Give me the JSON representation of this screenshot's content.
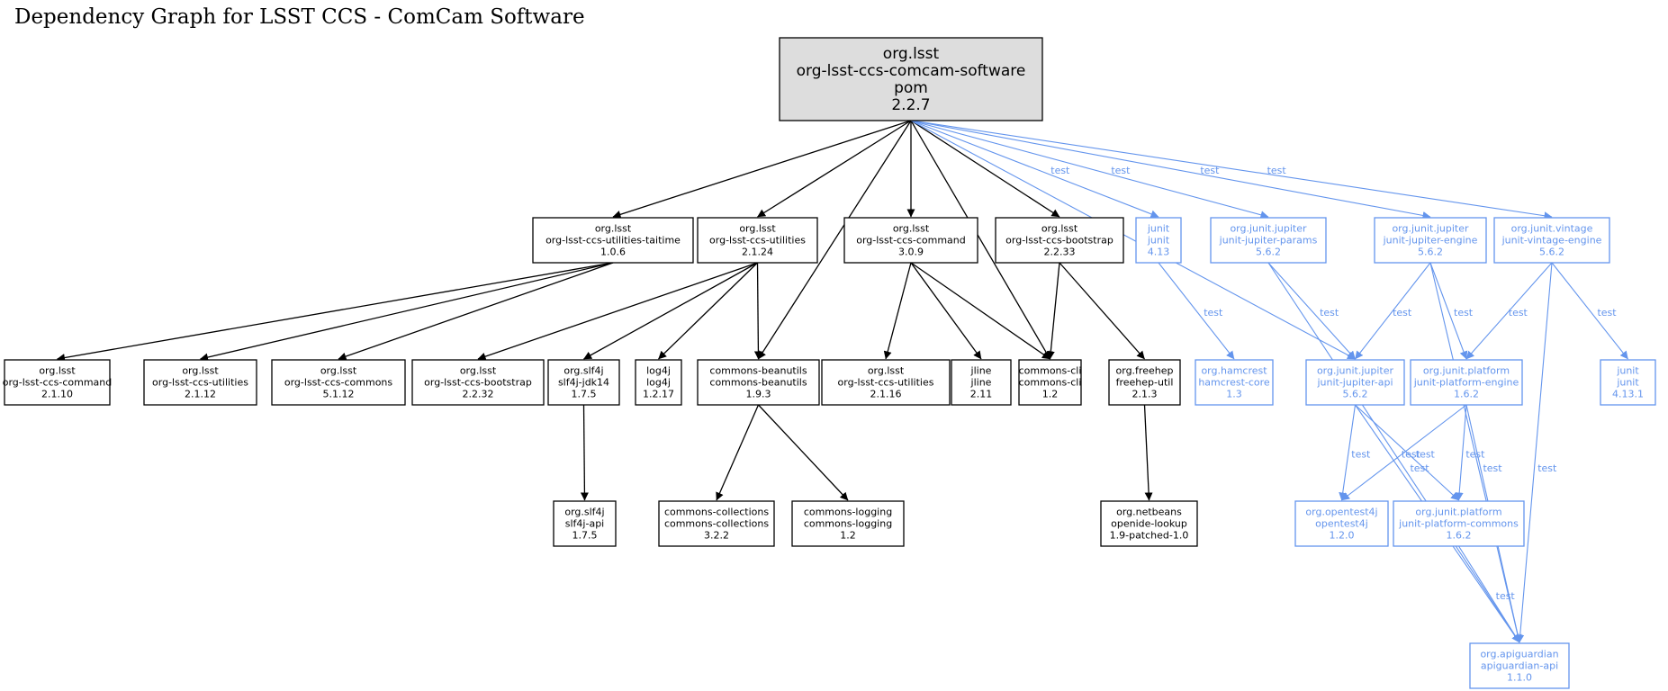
{
  "title": "Dependency Graph for LSST CCS - ComCam Software",
  "colors": {
    "compile": "#000000",
    "test": "#6495ED",
    "root_fill": "#DDDDDD"
  },
  "nodes": [
    {
      "id": "root",
      "lines": [
        "org.lsst",
        "org-lsst-ccs-comcam-software",
        "pom",
        "2.2.7"
      ],
      "scope": "root"
    },
    {
      "id": "util-taitime",
      "lines": [
        "org.lsst",
        "org-lsst-ccs-utilities-taitime",
        "1.0.6"
      ],
      "scope": "compile"
    },
    {
      "id": "utilities-2124",
      "lines": [
        "org.lsst",
        "org-lsst-ccs-utilities",
        "2.1.24"
      ],
      "scope": "compile"
    },
    {
      "id": "command-309",
      "lines": [
        "org.lsst",
        "org-lsst-ccs-command",
        "3.0.9"
      ],
      "scope": "compile"
    },
    {
      "id": "bootstrap-2233",
      "lines": [
        "org.lsst",
        "org-lsst-ccs-bootstrap",
        "2.2.33"
      ],
      "scope": "compile"
    },
    {
      "id": "junit-413",
      "lines": [
        "junit",
        "junit",
        "4.13"
      ],
      "scope": "test"
    },
    {
      "id": "jupiter-params",
      "lines": [
        "org.junit.jupiter",
        "junit-jupiter-params",
        "5.6.2"
      ],
      "scope": "test"
    },
    {
      "id": "jupiter-engine",
      "lines": [
        "org.junit.jupiter",
        "junit-jupiter-engine",
        "5.6.2"
      ],
      "scope": "test"
    },
    {
      "id": "vintage-engine",
      "lines": [
        "org.junit.vintage",
        "junit-vintage-engine",
        "5.6.2"
      ],
      "scope": "test"
    },
    {
      "id": "command-2110",
      "lines": [
        "org.lsst",
        "org-lsst-ccs-command",
        "2.1.10"
      ],
      "scope": "compile"
    },
    {
      "id": "utilities-2112",
      "lines": [
        "org.lsst",
        "org-lsst-ccs-utilities",
        "2.1.12"
      ],
      "scope": "compile"
    },
    {
      "id": "commons-5112",
      "lines": [
        "org.lsst",
        "org-lsst-ccs-commons",
        "5.1.12"
      ],
      "scope": "compile"
    },
    {
      "id": "bootstrap-2232",
      "lines": [
        "org.lsst",
        "org-lsst-ccs-bootstrap",
        "2.2.32"
      ],
      "scope": "compile"
    },
    {
      "id": "slf4j-jdk14",
      "lines": [
        "org.slf4j",
        "slf4j-jdk14",
        "1.7.5"
      ],
      "scope": "compile"
    },
    {
      "id": "log4j",
      "lines": [
        "log4j",
        "log4j",
        "1.2.17"
      ],
      "scope": "compile"
    },
    {
      "id": "beanutils",
      "lines": [
        "commons-beanutils",
        "commons-beanutils",
        "1.9.3"
      ],
      "scope": "compile"
    },
    {
      "id": "utilities-2116",
      "lines": [
        "org.lsst",
        "org-lsst-ccs-utilities",
        "2.1.16"
      ],
      "scope": "compile"
    },
    {
      "id": "jline",
      "lines": [
        "jline",
        "jline",
        "2.11"
      ],
      "scope": "compile"
    },
    {
      "id": "commons-cli",
      "lines": [
        "commons-cli",
        "commons-cli",
        "1.2"
      ],
      "scope": "compile"
    },
    {
      "id": "freehep-util",
      "lines": [
        "org.freehep",
        "freehep-util",
        "2.1.3"
      ],
      "scope": "compile"
    },
    {
      "id": "hamcrest",
      "lines": [
        "org.hamcrest",
        "hamcrest-core",
        "1.3"
      ],
      "scope": "test"
    },
    {
      "id": "jupiter-api",
      "lines": [
        "org.junit.jupiter",
        "junit-jupiter-api",
        "5.6.2"
      ],
      "scope": "test"
    },
    {
      "id": "platform-engine",
      "lines": [
        "org.junit.platform",
        "junit-platform-engine",
        "1.6.2"
      ],
      "scope": "test"
    },
    {
      "id": "junit-4131",
      "lines": [
        "junit",
        "junit",
        "4.13.1"
      ],
      "scope": "test"
    },
    {
      "id": "slf4j-api",
      "lines": [
        "org.slf4j",
        "slf4j-api",
        "1.7.5"
      ],
      "scope": "compile"
    },
    {
      "id": "collections",
      "lines": [
        "commons-collections",
        "commons-collections",
        "3.2.2"
      ],
      "scope": "compile"
    },
    {
      "id": "logging",
      "lines": [
        "commons-logging",
        "commons-logging",
        "1.2"
      ],
      "scope": "compile"
    },
    {
      "id": "openide",
      "lines": [
        "org.netbeans",
        "openide-lookup",
        "1.9-patched-1.0"
      ],
      "scope": "compile"
    },
    {
      "id": "opentest4j",
      "lines": [
        "org.opentest4j",
        "opentest4j",
        "1.2.0"
      ],
      "scope": "test"
    },
    {
      "id": "platform-commons",
      "lines": [
        "org.junit.platform",
        "junit-platform-commons",
        "1.6.2"
      ],
      "scope": "test"
    },
    {
      "id": "apiguardian",
      "lines": [
        "org.apiguardian",
        "apiguardian-api",
        "1.1.0"
      ],
      "scope": "test"
    }
  ],
  "edges": [
    {
      "from": "root",
      "to": "util-taitime",
      "scope": "compile"
    },
    {
      "from": "root",
      "to": "utilities-2124",
      "scope": "compile"
    },
    {
      "from": "root",
      "to": "beanutils",
      "scope": "compile"
    },
    {
      "from": "root",
      "to": "command-309",
      "scope": "compile"
    },
    {
      "from": "root",
      "to": "commons-cli",
      "scope": "compile"
    },
    {
      "from": "root",
      "to": "bootstrap-2233",
      "scope": "compile"
    },
    {
      "from": "root",
      "to": "junit-413",
      "scope": "test",
      "label": "test"
    },
    {
      "from": "root",
      "to": "jupiter-params",
      "scope": "test",
      "label": "test"
    },
    {
      "from": "root",
      "to": "jupiter-api",
      "scope": "test",
      "label": "test"
    },
    {
      "from": "root",
      "to": "jupiter-engine",
      "scope": "test",
      "label": "test"
    },
    {
      "from": "root",
      "to": "vintage-engine",
      "scope": "test",
      "label": "test"
    },
    {
      "from": "util-taitime",
      "to": "command-2110",
      "scope": "compile"
    },
    {
      "from": "util-taitime",
      "to": "utilities-2112",
      "scope": "compile"
    },
    {
      "from": "util-taitime",
      "to": "commons-5112",
      "scope": "compile"
    },
    {
      "from": "utilities-2124",
      "to": "bootstrap-2232",
      "scope": "compile"
    },
    {
      "from": "utilities-2124",
      "to": "slf4j-jdk14",
      "scope": "compile"
    },
    {
      "from": "utilities-2124",
      "to": "log4j",
      "scope": "compile"
    },
    {
      "from": "utilities-2124",
      "to": "beanutils",
      "scope": "compile"
    },
    {
      "from": "command-309",
      "to": "utilities-2116",
      "scope": "compile"
    },
    {
      "from": "command-309",
      "to": "jline",
      "scope": "compile"
    },
    {
      "from": "command-309",
      "to": "commons-cli",
      "scope": "compile"
    },
    {
      "from": "bootstrap-2233",
      "to": "commons-cli",
      "scope": "compile"
    },
    {
      "from": "bootstrap-2233",
      "to": "freehep-util",
      "scope": "compile"
    },
    {
      "from": "junit-413",
      "to": "hamcrest",
      "scope": "test",
      "label": "test"
    },
    {
      "from": "jupiter-params",
      "to": "jupiter-api",
      "scope": "test",
      "label": "test"
    },
    {
      "from": "jupiter-params",
      "to": "apiguardian",
      "scope": "test",
      "label": "test"
    },
    {
      "from": "jupiter-engine",
      "to": "jupiter-api",
      "scope": "test",
      "label": "test"
    },
    {
      "from": "jupiter-engine",
      "to": "platform-engine",
      "scope": "test",
      "label": "test"
    },
    {
      "from": "jupiter-engine",
      "to": "apiguardian",
      "scope": "test",
      "label": "test"
    },
    {
      "from": "vintage-engine",
      "to": "platform-engine",
      "scope": "test",
      "label": "test"
    },
    {
      "from": "vintage-engine",
      "to": "junit-4131",
      "scope": "test",
      "label": "test"
    },
    {
      "from": "vintage-engine",
      "to": "apiguardian",
      "scope": "test",
      "label": "test"
    },
    {
      "from": "slf4j-jdk14",
      "to": "slf4j-api",
      "scope": "compile"
    },
    {
      "from": "beanutils",
      "to": "collections",
      "scope": "compile"
    },
    {
      "from": "beanutils",
      "to": "logging",
      "scope": "compile"
    },
    {
      "from": "freehep-util",
      "to": "openide",
      "scope": "compile"
    },
    {
      "from": "jupiter-api",
      "to": "opentest4j",
      "scope": "test",
      "label": "test"
    },
    {
      "from": "jupiter-api",
      "to": "platform-commons",
      "scope": "test",
      "label": "test"
    },
    {
      "from": "jupiter-api",
      "to": "apiguardian",
      "scope": "test",
      "label": "test"
    },
    {
      "from": "platform-engine",
      "to": "opentest4j",
      "scope": "test",
      "label": "test"
    },
    {
      "from": "platform-engine",
      "to": "platform-commons",
      "scope": "test",
      "label": "test"
    },
    {
      "from": "platform-engine",
      "to": "apiguardian",
      "scope": "test",
      "label": "test"
    },
    {
      "from": "platform-commons",
      "to": "apiguardian",
      "scope": "test",
      "label": "test"
    }
  ]
}
